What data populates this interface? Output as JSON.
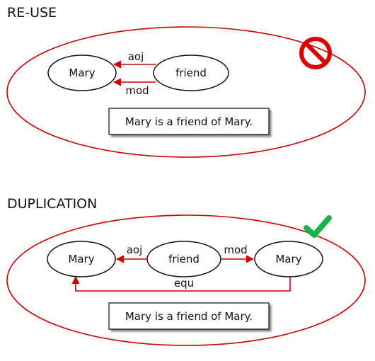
{
  "colors": {
    "accent": "#cc0000",
    "stroke": "#111111",
    "check": "#19b34a",
    "background": "#ffffff"
  },
  "reuse": {
    "title": "RE-USE",
    "nodes": [
      "Mary",
      "friend"
    ],
    "edges": [
      "aoj",
      "mod"
    ],
    "sentence": "Mary is a friend of Mary.",
    "status_icon": "prohibited-icon"
  },
  "duplication": {
    "title": "DUPLICATION",
    "nodes": [
      "Mary",
      "friend",
      "Mary"
    ],
    "edges": [
      "aoj",
      "mod",
      "equ"
    ],
    "sentence": "Mary is a friend of Mary.",
    "status_icon": "checkmark-icon"
  }
}
